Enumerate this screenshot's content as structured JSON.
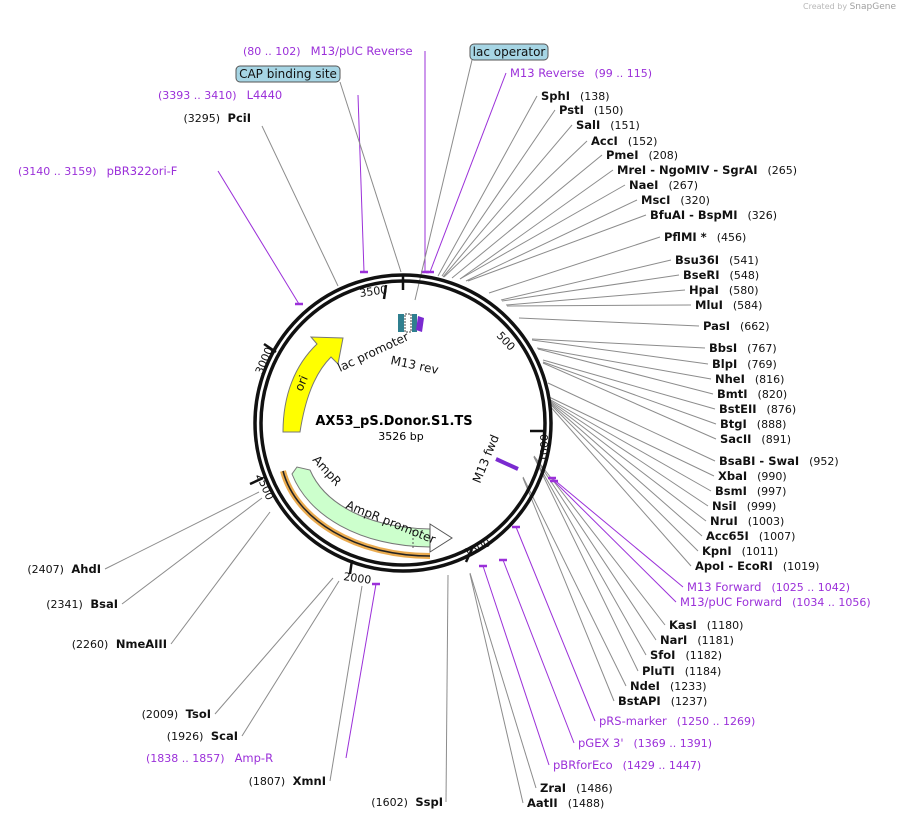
{
  "credit": {
    "prefix": "Created by",
    "brand": "SnapGene"
  },
  "plasmid": {
    "name": "AX53_pS.Donor.S1.TS",
    "size_label": "3526 bp"
  },
  "ticks": [
    "500",
    "1000",
    "1500",
    "2000",
    "2500",
    "3000",
    "3500"
  ],
  "features": {
    "ori": "ori",
    "ampr": "AmpR",
    "ampr_promoter": "AmpR promoter",
    "lac_promoter": "lac promoter",
    "m13_rev": "M13 rev",
    "m13_fwd": "M13 fwd"
  },
  "boxed_features": [
    {
      "name": "CAP binding site"
    },
    {
      "name": "lac operator"
    }
  ],
  "primers": [
    {
      "name": "M13/pUC Reverse",
      "range": "(80 .. 102)"
    },
    {
      "name": "M13 Reverse",
      "range": "(99 .. 115)"
    },
    {
      "name": "L4440",
      "range": "(3393 .. 3410)"
    },
    {
      "name": "pBR322ori-F",
      "range": "(3140 .. 3159)"
    },
    {
      "name": "M13 Forward",
      "range": "(1025 .. 1042)"
    },
    {
      "name": "M13/pUC Forward",
      "range": "(1034 .. 1056)"
    },
    {
      "name": "pRS-marker",
      "range": "(1250 .. 1269)"
    },
    {
      "name": "pGEX 3'",
      "range": "(1369 .. 1391)"
    },
    {
      "name": "pBRforEco",
      "range": "(1429 .. 1447)"
    },
    {
      "name": "Amp-R",
      "range": "(1838 .. 1857)"
    }
  ],
  "sites_right": [
    {
      "name": "SphI",
      "pos": "(138)"
    },
    {
      "name": "PstI",
      "pos": "(150)"
    },
    {
      "name": "SalI",
      "pos": "(151)"
    },
    {
      "name": "AccI",
      "pos": "(152)"
    },
    {
      "name": "PmeI",
      "pos": "(208)"
    },
    {
      "name": "MreI  - NgoMIV  - SgrAI",
      "pos": "(265)"
    },
    {
      "name": "NaeI",
      "pos": "(267)"
    },
    {
      "name": "MscI",
      "pos": "(320)"
    },
    {
      "name": "BfuAI  - BspMI",
      "pos": "(326)"
    },
    {
      "name": "PflMI *",
      "pos": "(456)"
    },
    {
      "name": "Bsu36I",
      "pos": "(541)"
    },
    {
      "name": "BseRI",
      "pos": "(548)"
    },
    {
      "name": "HpaI",
      "pos": "(580)"
    },
    {
      "name": "MluI",
      "pos": "(584)"
    },
    {
      "name": "PasI",
      "pos": "(662)"
    },
    {
      "name": "BbsI",
      "pos": "(767)"
    },
    {
      "name": "BlpI",
      "pos": "(769)"
    },
    {
      "name": "NheI",
      "pos": "(816)"
    },
    {
      "name": "BmtI",
      "pos": "(820)"
    },
    {
      "name": "BstEII",
      "pos": "(876)"
    },
    {
      "name": "BtgI",
      "pos": "(888)"
    },
    {
      "name": "SacII",
      "pos": "(891)"
    },
    {
      "name": "BsaBI  - SwaI",
      "pos": "(952)"
    },
    {
      "name": "XbaI",
      "pos": "(990)"
    },
    {
      "name": "BsmI",
      "pos": "(997)"
    },
    {
      "name": "NsiI",
      "pos": "(999)"
    },
    {
      "name": "NruI",
      "pos": "(1003)"
    },
    {
      "name": "Acc65I",
      "pos": "(1007)"
    },
    {
      "name": "KpnI",
      "pos": "(1011)"
    },
    {
      "name": "ApoI  - EcoRI",
      "pos": "(1019)"
    },
    {
      "name": "KasI",
      "pos": "(1180)"
    },
    {
      "name": "NarI",
      "pos": "(1181)"
    },
    {
      "name": "SfoI",
      "pos": "(1182)"
    },
    {
      "name": "PluTI",
      "pos": "(1184)"
    },
    {
      "name": "NdeI",
      "pos": "(1233)"
    },
    {
      "name": "BstAPI",
      "pos": "(1237)"
    },
    {
      "name": "ZraI",
      "pos": "(1486)"
    },
    {
      "name": "AatII",
      "pos": "(1488)"
    }
  ],
  "sites_left": [
    {
      "name": "PciI",
      "pos": "(3295)"
    },
    {
      "name": "AhdI",
      "pos": "(2407)"
    },
    {
      "name": "BsaI",
      "pos": "(2341)"
    },
    {
      "name": "NmeAIII",
      "pos": "(2260)"
    },
    {
      "name": "TsoI",
      "pos": "(2009)"
    },
    {
      "name": "ScaI",
      "pos": "(1926)"
    },
    {
      "name": "XmnI",
      "pos": "(1807)"
    },
    {
      "name": "SspI",
      "pos": "(1602)"
    }
  ],
  "colors": {
    "primer": "#9b30d9",
    "ori": "#ffff00",
    "ampr": "#ccffcc",
    "ampr_outline": "#e8a23c",
    "boxed": "#a6d5e4",
    "backbone": "#111111",
    "leader": "#8c8c8c"
  }
}
